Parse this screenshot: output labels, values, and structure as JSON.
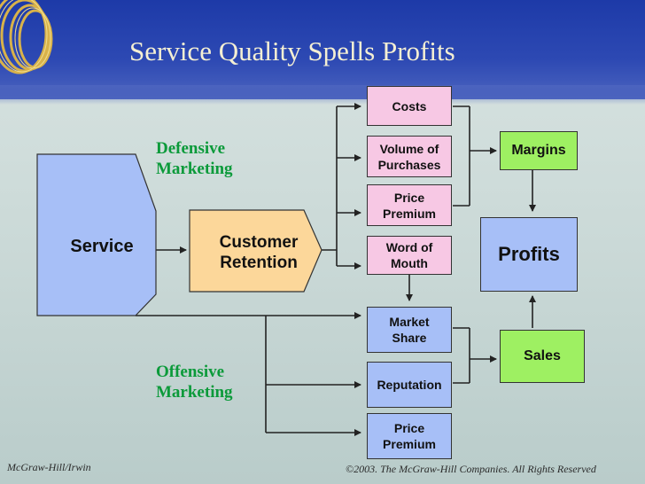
{
  "title": "Service Quality Spells Profits",
  "nodes": {
    "service": "Service",
    "customer_retention": "Customer\nRetention",
    "costs": "Costs",
    "volume_of_purchases": "Volume of\nPurchases",
    "price_premium_top": "Price\nPremium",
    "word_of_mouth": "Word of\nMouth",
    "market_share": "Market\nShare",
    "reputation": "Reputation",
    "price_premium_bottom": "Price\nPremium",
    "margins": "Margins",
    "profits": "Profits",
    "sales": "Sales"
  },
  "labels": {
    "defensive": "Defensive\nMarketing",
    "offensive": "Offensive\nMarketing"
  },
  "footer": {
    "left": "McGraw-Hill/Irwin",
    "right": "©2003. The McGraw-Hill Companies. All Rights Reserved"
  },
  "colors": {
    "header": "#2d49b3",
    "title_text": "#f4efd3",
    "service_fill": "#a7bff7",
    "retention_fill": "#fcd79a",
    "driver_fill": "#f7c8e4",
    "outcome_fill": "#9ef062",
    "offense_fill": "#a7bff7",
    "marketing_label": "#0b9a3a"
  }
}
